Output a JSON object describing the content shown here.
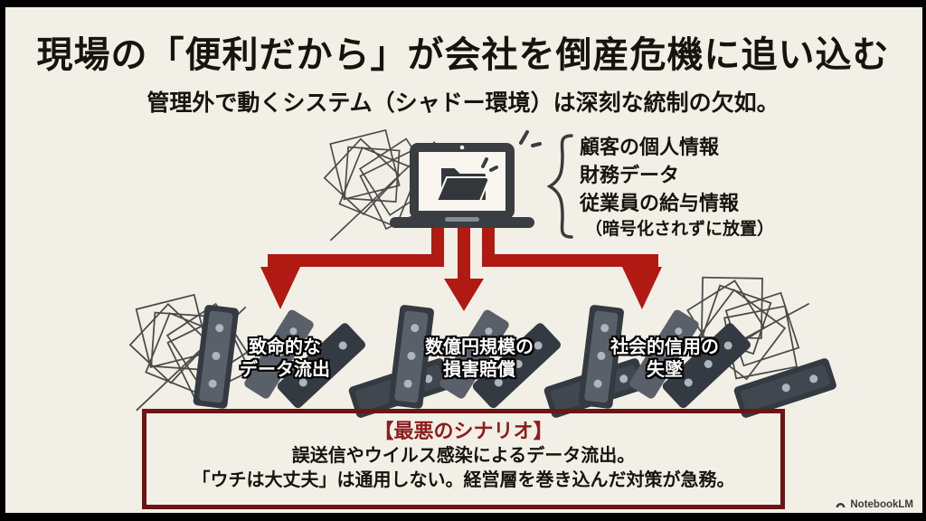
{
  "slide": {
    "title": "現場の「便利だから」が会社を倒産危機に追い込む",
    "subtitle": "管理外で動くシステム（シャドー環境）は深刻な統制の欠如。"
  },
  "shadow_data": {
    "items": [
      "顧客の個人情報",
      "財務データ",
      "従業員の給与情報"
    ],
    "note": "（暗号化されずに放置）"
  },
  "risks": [
    {
      "line1": "致命的な",
      "line2": "データ流出"
    },
    {
      "line1": "数億円規模の",
      "line2": "損害賠償"
    },
    {
      "line1": "社会的信用の",
      "line2": "失墜"
    }
  ],
  "worst_case": {
    "heading": "【最悪のシナリオ】",
    "line1": "誤送信やウイルス感染によるデータ流出。",
    "line2": "「ウチは大丈夫」は通用しない。経営層を巻き込んだ対策が急務。"
  },
  "watermark": {
    "label": "NotebookLM"
  },
  "colors": {
    "background": "#f2f0e6",
    "frame": "#000000",
    "ink": "#17140e",
    "arrow-red": "#b11a12",
    "box-border": "#6d1414",
    "box-heading": "#8d1d1d",
    "domino-dark": "#343a41",
    "domino-mid": "#596069",
    "domino-dot": "#aeb6bd",
    "scribble": "#4b4b4b",
    "laptop": "#3a3d41",
    "label-white": "#ffffff",
    "watermark": "#3a3a3a"
  }
}
